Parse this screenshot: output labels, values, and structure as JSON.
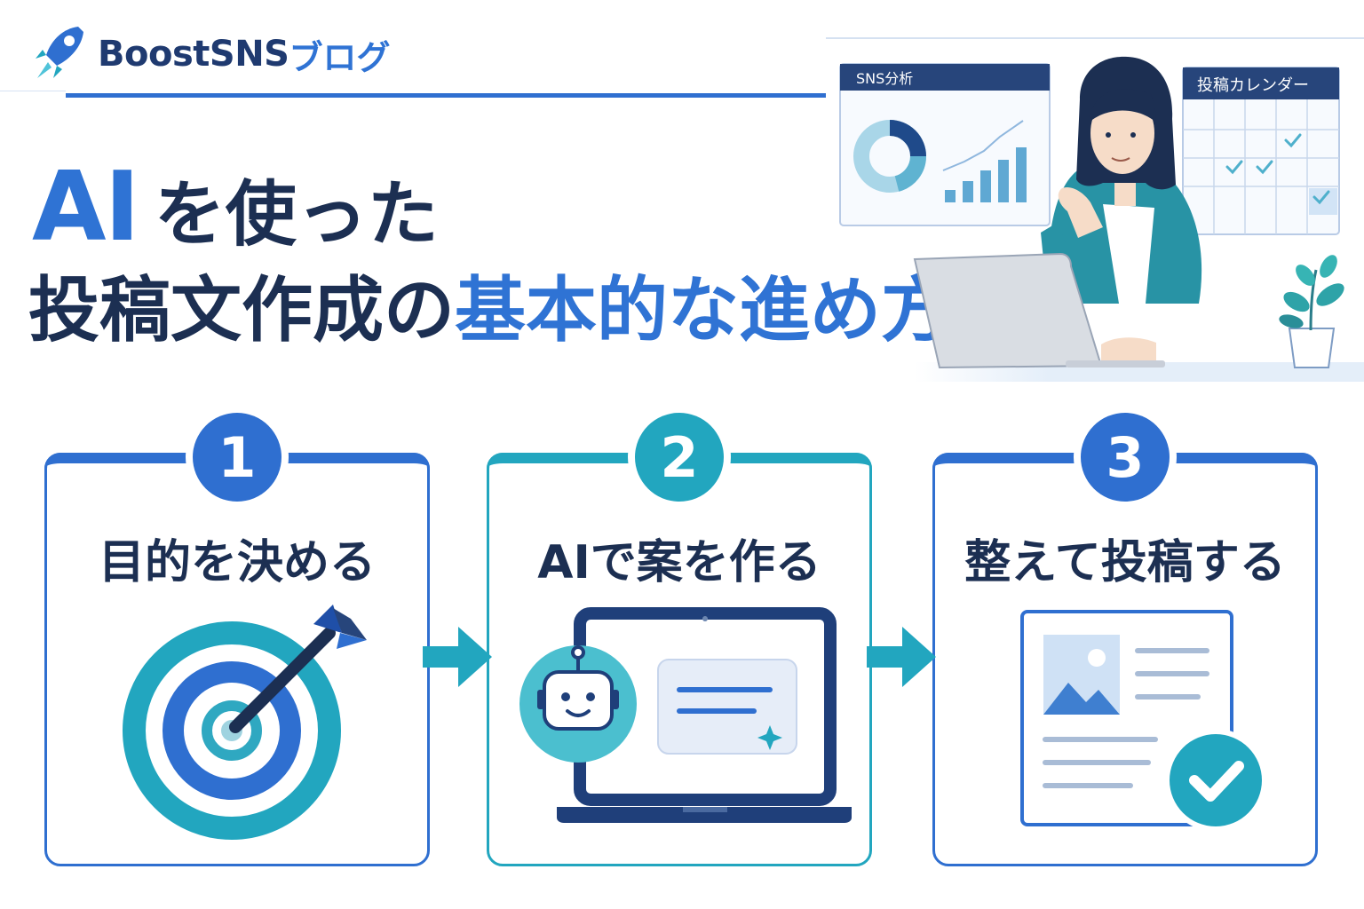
{
  "header": {
    "brand_name": "BoostSNS",
    "brand_accent": "ブログ"
  },
  "title": {
    "line1_highlight": "AI",
    "line1_rest": "を使った",
    "line2_dark": "投稿文作成の",
    "line2_highlight": "基本的な進め方"
  },
  "illustration": {
    "analytics_panel_title": "SNS分析",
    "calendar_panel_title": "投稿カレンダー"
  },
  "steps": [
    {
      "number": "1",
      "label": "目的を決める",
      "icon": "target-icon"
    },
    {
      "number": "2",
      "label": "AIで案を作る",
      "icon": "ai-robot-laptop-icon"
    },
    {
      "number": "3",
      "label": "整えて投稿する",
      "icon": "post-check-icon"
    }
  ],
  "colors": {
    "navy": "#1c2f52",
    "blue": "#2f73d4",
    "teal": "#22a6bf",
    "light_blue": "#dce8f7"
  }
}
